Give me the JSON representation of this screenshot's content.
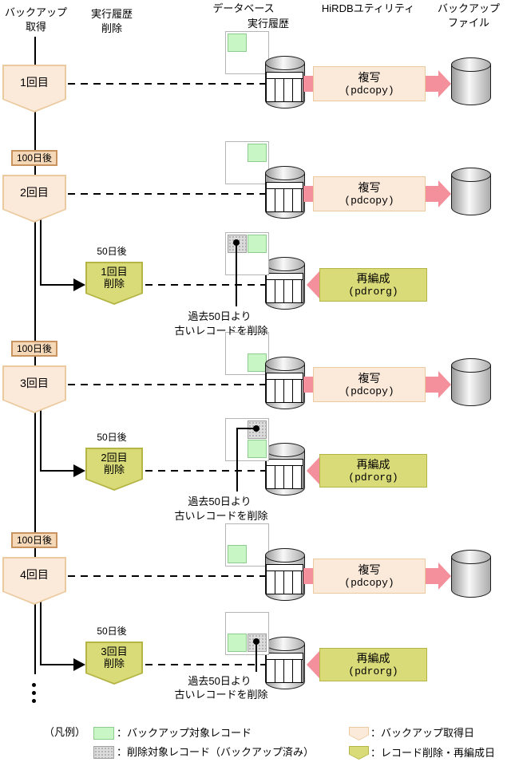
{
  "headers": {
    "backup_acquire_l1": "バックアップ",
    "backup_acquire_l2": "取得",
    "history_delete_l1": "実行履歴",
    "history_delete_l2": "削除",
    "database": "データベース",
    "database_sub": "実行履歴",
    "hirdb_utility": "HiRDBユティリティ",
    "backup_file_l1": "バックアップ",
    "backup_file_l2": "ファイル"
  },
  "rows": [
    {
      "kind": "backup",
      "label": "1回目",
      "box_l1": "複写",
      "box_l2": "(pdcopy)"
    },
    {
      "kind": "backup",
      "interval": "100日後",
      "label": "2回目",
      "box_l1": "複写",
      "box_l2": "(pdcopy)"
    },
    {
      "kind": "delete",
      "delay": "50日後",
      "label_l1": "1回目",
      "label_l2": "削除",
      "box_l1": "再編成",
      "box_l2": "(pdrorg)",
      "note_l1": "過去50日より",
      "note_l2": "古いレコードを削除"
    },
    {
      "kind": "backup",
      "interval": "100日後",
      "label": "3回目",
      "box_l1": "複写",
      "box_l2": "(pdcopy)"
    },
    {
      "kind": "delete",
      "delay": "50日後",
      "label_l1": "2回目",
      "label_l2": "削除",
      "box_l1": "再編成",
      "box_l2": "(pdrorg)",
      "note_l1": "過去50日より",
      "note_l2": "古いレコードを削除"
    },
    {
      "kind": "backup",
      "interval": "100日後",
      "label": "4回目",
      "box_l1": "複写",
      "box_l2": "(pdcopy)"
    },
    {
      "kind": "delete",
      "delay": "50日後",
      "label_l1": "3回目",
      "label_l2": "削除",
      "box_l1": "再編成",
      "box_l2": "(pdrorg)",
      "note_l1": "過去50日より",
      "note_l2": "古いレコードを削除"
    }
  ],
  "legend": {
    "caption": "（凡例）",
    "green_label": "：バックアップ対象レコード",
    "gray_label": "：削除対象レコード（バックアップ済み）",
    "peach_label": "：バックアップ取得日",
    "olive_label": "：レコード削除・再編成日"
  },
  "colors": {
    "peach_fill": "#fbe9da",
    "peach_border": "#ecca9f",
    "badge_fill": "#f4d8b8",
    "badge_border": "#c9935f",
    "olive_fill": "#d9da78",
    "olive_border": "#b4b545",
    "pink": "#f4909b",
    "green_fill": "#c8f7c5",
    "green_border": "#8fcb8f",
    "gray_fill": "#dcdcdc",
    "gray_border": "#a0a0a0",
    "gray_dot": "#a5a5a5",
    "rec_border": "#b5b5b5"
  }
}
